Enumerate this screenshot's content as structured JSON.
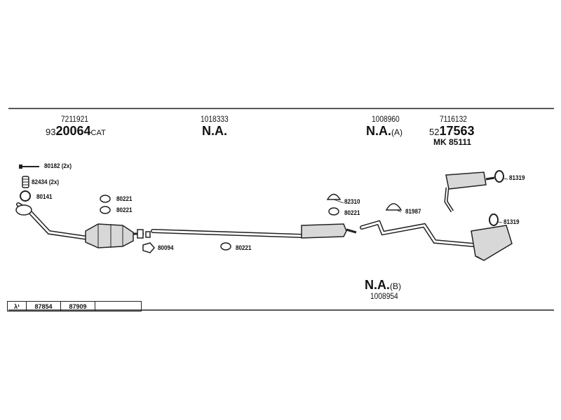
{
  "groups": {
    "g1": {
      "top": "7211921",
      "main_prefix": "93",
      "main_bold": "20064",
      "main_suffix": "CAT"
    },
    "g2": {
      "top": "1018333",
      "main": "N.A."
    },
    "g3": {
      "top": "1008960",
      "main_bold": "N.A.",
      "main_suffix": "(A)"
    },
    "g4": {
      "top": "7116132",
      "main_prefix": "52",
      "main_bold": "17563",
      "sub": "MK 85111"
    },
    "g5": {
      "main_bold": "N.A.",
      "main_suffix": "(B)",
      "bottom": "1008954"
    }
  },
  "parts": {
    "p80182": "80182 (2x)",
    "p82434": "82434 (2x)",
    "p80141": "80141",
    "p80221a": "80221",
    "p80221b": "80221",
    "p80094": "80094",
    "p80221c": "80221",
    "p82310": "82310",
    "p80221d": "80221",
    "p81987": "81987",
    "p81319a": "81319",
    "p81319b": "81319"
  },
  "lambda_table": {
    "symbol": "λ¹",
    "cells": [
      "87854",
      "87909",
      ""
    ]
  },
  "colors": {
    "line": "#222222",
    "component_fill": "#d8d8d8"
  }
}
